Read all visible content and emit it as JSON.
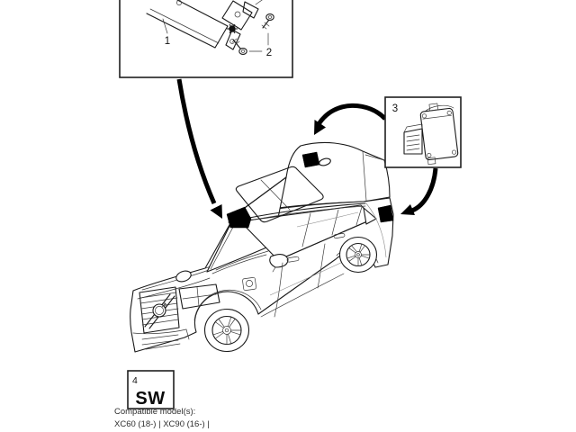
{
  "diagram": {
    "callouts": {
      "c1": {
        "label": "1",
        "color": "#111111"
      },
      "c2": {
        "label": "2",
        "color": "#111111"
      },
      "c3": {
        "label": "3",
        "color": "#c44fc4"
      },
      "c4": {
        "label": "4",
        "color": "#111111"
      }
    },
    "sw_box": {
      "code": "SW"
    },
    "footer": {
      "compatible_label": "Compatible model(s):",
      "models": "XC60 (18-) | XC90 (16-) |"
    },
    "colors": {
      "line": "#1a1a1a",
      "highlight": "#000000",
      "selected_callout": "#c44fc4"
    }
  }
}
